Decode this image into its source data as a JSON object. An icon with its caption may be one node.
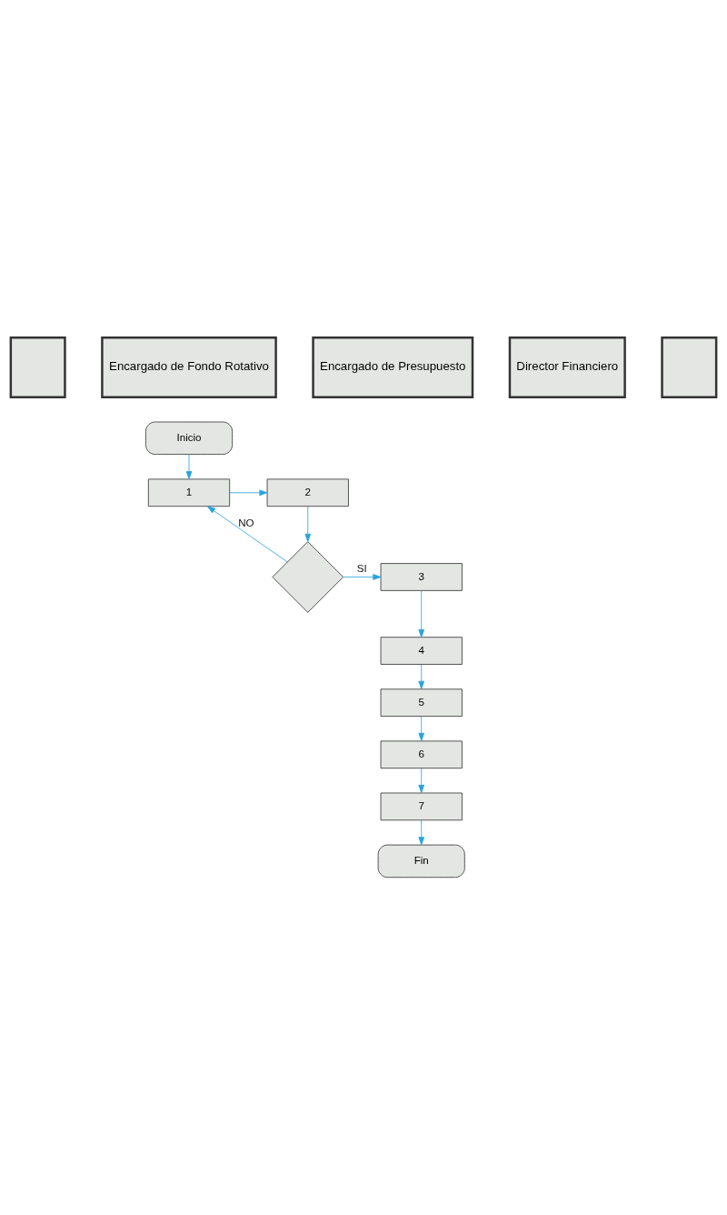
{
  "diagram": {
    "nodes": [
      {
        "text": [],
        "shape": "box"
      },
      {
        "text": [
          "Encargado de Fondo Rotativo"
        ]
      },
      {
        "text": [
          "Encargado de Presupuesto"
        ]
      },
      {
        "text": [
          "Director Financiero"
        ]
      },
      {
        "text": [],
        "shape": "box"
      },
      {
        "text": [
          "Inicio"
        ]
      },
      {
        "text": [
          "1"
        ]
      },
      {
        "text": [
          "2"
        ]
      },
      {
        "text": [],
        "shape": "diamond"
      },
      {
        "text": [
          "3"
        ]
      },
      {
        "text": [
          "4"
        ]
      },
      {
        "text": [
          "5"
        ]
      },
      {
        "text": [
          "6"
        ]
      },
      {
        "text": [
          "7"
        ]
      },
      {
        "text": [
          "Fin"
        ]
      }
    ],
    "edges": [
      {
        "from": 5,
        "to": 6,
        "arrow": "to"
      },
      {
        "from": 6,
        "to": 7,
        "arrow": "to"
      },
      {
        "from": 7,
        "to": 8,
        "arrow": "to"
      },
      {
        "from": 8,
        "to": 6,
        "arrow": "to",
        "label": "NO"
      },
      {
        "from": 8,
        "to": 9,
        "arrow": "to",
        "label": "SI"
      },
      {
        "from": 9,
        "to": 10,
        "arrow": "to"
      },
      {
        "from": 10,
        "to": 11,
        "arrow": "to"
      },
      {
        "from": 11,
        "to": 12,
        "arrow": "to"
      },
      {
        "from": 12,
        "to": 13,
        "arrow": "to"
      },
      {
        "from": 13,
        "to": 14,
        "arrow": "to"
      }
    ]
  }
}
